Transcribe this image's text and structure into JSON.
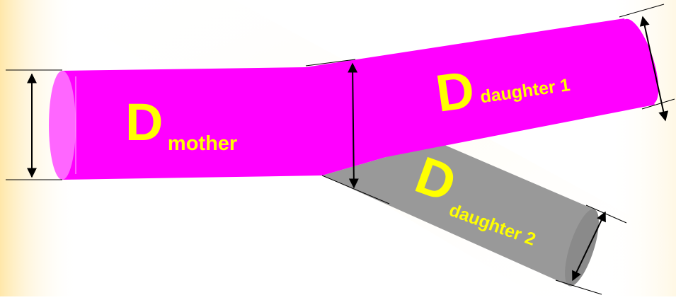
{
  "labels": {
    "mother": {
      "main": "D",
      "sub": "mother"
    },
    "daughter1": {
      "main": "D",
      "sub": "daughter 1"
    },
    "daughter2": {
      "main": "D",
      "sub": "daughter 2"
    }
  },
  "colors": {
    "background": "#ffffff",
    "glow": "#ffe9a6",
    "mother_vessel": "#ff00ff",
    "mother_cap": "#ff66ff",
    "daughter1_vessel": "#ff00ff",
    "daughter2_vessel": "#999999",
    "daughter2_cap": "#8a8a8a",
    "label": "#ffff00",
    "measure_line": "#000000"
  }
}
